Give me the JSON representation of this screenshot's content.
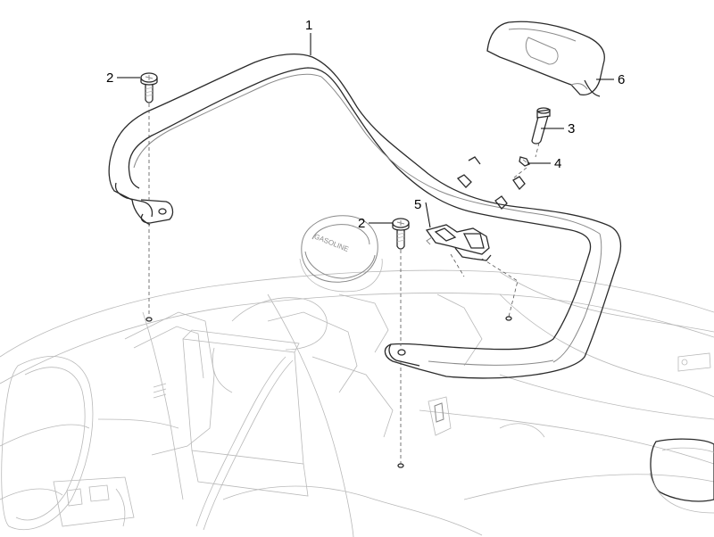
{
  "callouts": [
    {
      "id": "c1",
      "label": "1"
    },
    {
      "id": "c2a",
      "label": "2"
    },
    {
      "id": "c2b",
      "label": "2"
    },
    {
      "id": "c3",
      "label": "3"
    },
    {
      "id": "c4",
      "label": "4"
    },
    {
      "id": "c5",
      "label": "5"
    },
    {
      "id": "c6",
      "label": "6"
    }
  ],
  "cap_text": "GASOLINE",
  "colors": {
    "line": "#2b2b2b",
    "light_line": "#b9b9b9",
    "background": "#ffffff"
  }
}
